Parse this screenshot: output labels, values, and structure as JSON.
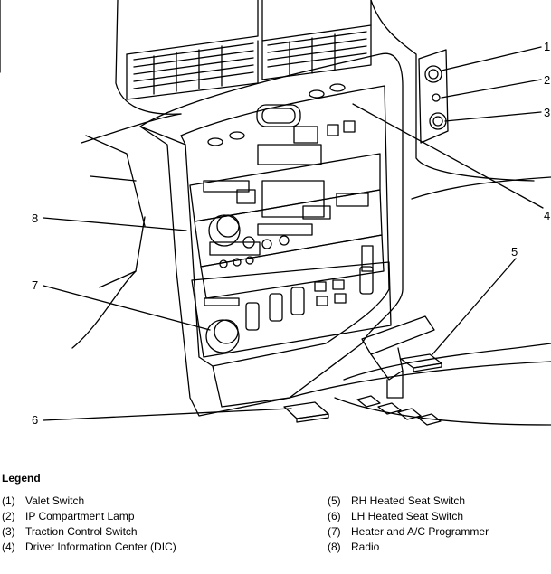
{
  "callouts": [
    {
      "number": "1"
    },
    {
      "number": "2"
    },
    {
      "number": "3"
    },
    {
      "number": "4"
    },
    {
      "number": "5"
    },
    {
      "number": "6"
    },
    {
      "number": "7"
    },
    {
      "number": "8"
    }
  ],
  "legend": {
    "title": "Legend",
    "items": [
      {
        "num": "(1)",
        "label": "Valet Switch"
      },
      {
        "num": "(2)",
        "label": "IP Compartment Lamp"
      },
      {
        "num": "(3)",
        "label": "Traction Control Switch"
      },
      {
        "num": "(4)",
        "label": "Driver Information Center (DIC)"
      },
      {
        "num": "(5)",
        "label": "RH Heated Seat Switch"
      },
      {
        "num": "(6)",
        "label": "LH Heated Seat Switch"
      },
      {
        "num": "(7)",
        "label": "Heater and A/C Programmer"
      },
      {
        "num": "(8)",
        "label": "Radio"
      }
    ]
  }
}
